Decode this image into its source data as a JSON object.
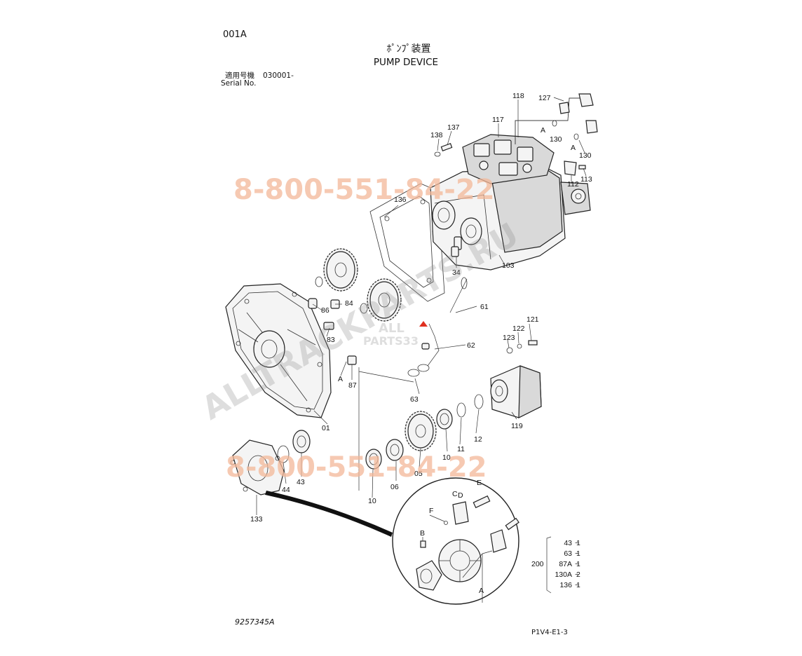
{
  "header": {
    "page_code": "001A",
    "title_jp": "ﾎﾟﾝﾌﾟ装置",
    "title_en": "PUMP DEVICE",
    "applicable_label": "適用号機",
    "serial_value": "030001-",
    "serial_label": "Serial No."
  },
  "watermarks": {
    "phone_top": "8-800-551-84-22",
    "phone_bottom": "8-800-551-84-22",
    "site": "ALLTRACKPARTS.RU",
    "logo_line1": "ALL",
    "logo_line2": "PARTS33"
  },
  "callouts": {
    "c118": "118",
    "c127": "127",
    "c117": "117",
    "c137": "137",
    "c138": "138",
    "cA1": "A",
    "c130a": "130",
    "cA2": "A",
    "c130b": "130",
    "c113": "113",
    "c112": "112",
    "c136": "136",
    "c34": "34",
    "c103": "103",
    "c86": "86",
    "c84": "84",
    "c83": "83",
    "c61": "61",
    "c121": "121",
    "c122": "122",
    "c123": "123",
    "c62": "62",
    "cA3": "A",
    "c87": "87",
    "c63": "63",
    "c01": "01",
    "c119": "119",
    "c11": "11",
    "c12": "12",
    "c10a": "10",
    "c05": "05",
    "c06": "06",
    "c10b": "10",
    "c43": "43",
    "c44": "44",
    "c133": "133",
    "dE": "E",
    "dC": "C",
    "dF": "F",
    "dB": "B",
    "dD": "D",
    "dA": "A"
  },
  "kit": {
    "number": "200",
    "items": [
      {
        "part": "43",
        "qty": "1"
      },
      {
        "part": "63",
        "qty": "1"
      },
      {
        "part": "87A",
        "qty": "1"
      },
      {
        "part": "130A",
        "qty": "2"
      },
      {
        "part": "136",
        "qty": "1"
      }
    ]
  },
  "footer": {
    "drawing_no": "9257345A",
    "sheet_ref": "P1V4-E1-3"
  }
}
